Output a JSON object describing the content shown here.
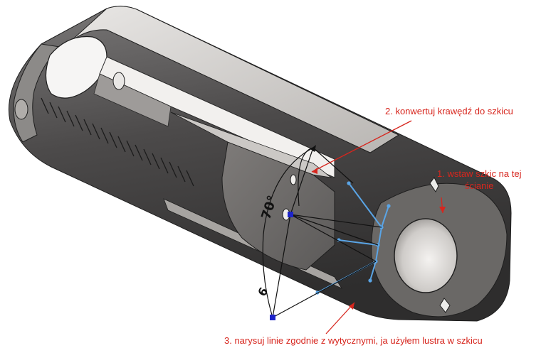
{
  "annotations": {
    "step1_line1": "1. wstaw szkic na tej",
    "step1_line2": "ścianie",
    "step2": "2. konwertuj krawędź do szkicu",
    "step3": "3. narysuj linie zgodnie z wytycznymi, ja użyłem lustra w szkicu"
  },
  "dimensions": {
    "angle": "70°",
    "length": "6"
  },
  "colors": {
    "annotation": "#d7261e",
    "sketch_line": "#5aa5e6",
    "sketch_point": "#1d24c9",
    "dimension": "#111111",
    "part_body": "#4a4848"
  }
}
